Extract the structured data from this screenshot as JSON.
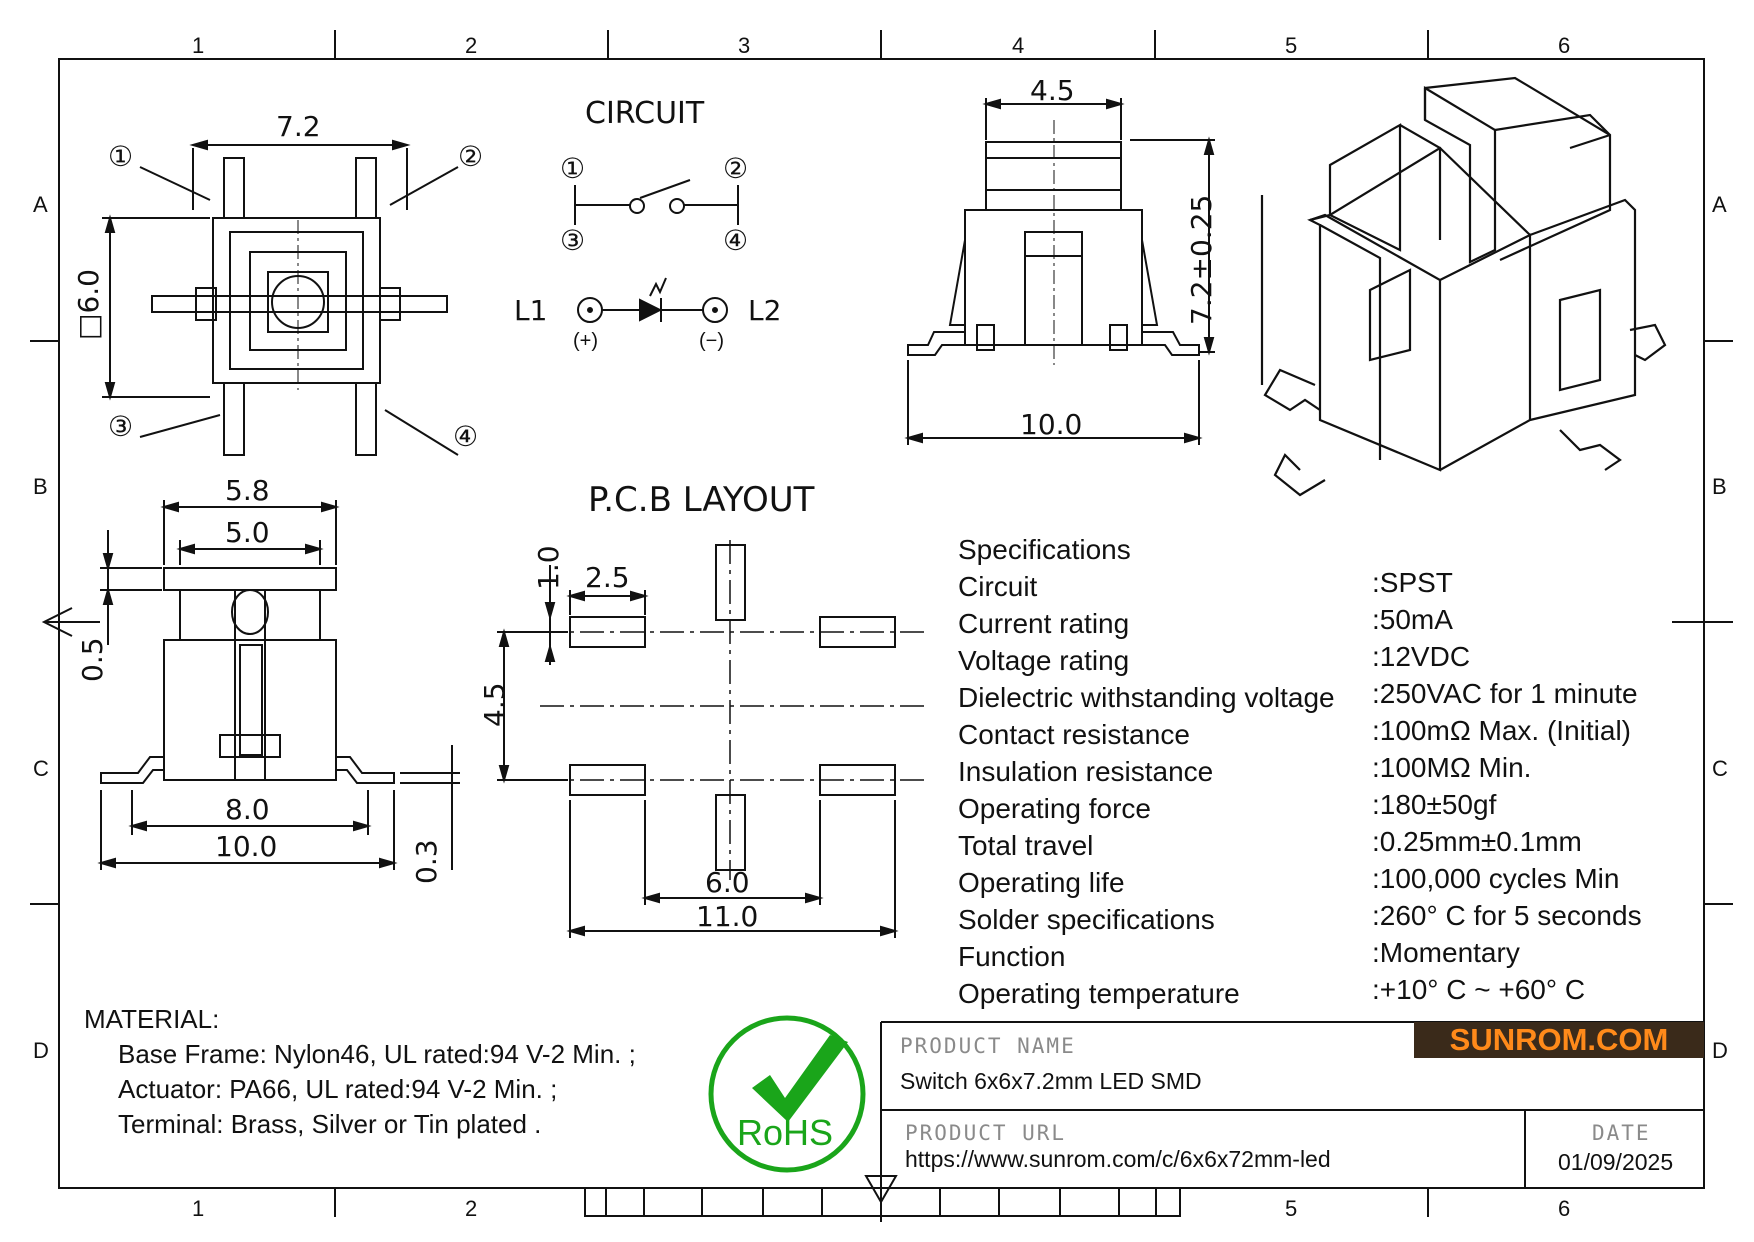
{
  "grid": {
    "cols_top": [
      "1",
      "2",
      "3",
      "4",
      "5",
      "6"
    ],
    "cols_bottom": [
      "1",
      "2",
      "5",
      "6"
    ],
    "rows": [
      "A",
      "B",
      "C",
      "D"
    ]
  },
  "circuit": {
    "title": "CIRCUIT",
    "pins": [
      "①",
      "②",
      "③",
      "④"
    ],
    "l1": "L1",
    "l2": "L2",
    "plus": "(+)",
    "minus": "(−)"
  },
  "top_view": {
    "width": "7.2",
    "side": "□6.0",
    "pins": [
      "①",
      "②",
      "③",
      "④"
    ]
  },
  "side_view": {
    "width": "4.5",
    "height": "7.2±0.25",
    "base": "10.0"
  },
  "front_view": {
    "d58": "5.8",
    "d50": "5.0",
    "d05": "0.5",
    "d80": "8.0",
    "d100": "10.0",
    "d03": "0.3"
  },
  "pcb": {
    "title": "P.C.B  LAYOUT",
    "d10": "1.0",
    "d25": "2.5",
    "d45": "4.5",
    "d60": "6.0",
    "d110": "11.0"
  },
  "specs": {
    "heading": "Specifications",
    "rows": [
      {
        "name": "Circuit",
        "value": ":SPST"
      },
      {
        "name": "Current rating",
        "value": ":50mA"
      },
      {
        "name": "Voltage rating",
        "value": ":12VDC"
      },
      {
        "name": "Dielectric withstanding voltage",
        "value": ":250VAC for 1 minute"
      },
      {
        "name": "Contact resistance",
        "value": ":100mΩ  Max. (Initial)"
      },
      {
        "name": "Insulation resistance",
        "value": ":100MΩ  Min."
      },
      {
        "name": "Operating force",
        "value": ":180±50gf"
      },
      {
        "name": "Total travel",
        "value": ":0.25mm±0.1mm"
      },
      {
        "name": "Operating life",
        "value": ":100,000 cycles Min"
      },
      {
        "name": "Solder specifications",
        "value": ":260° C for 5 seconds"
      },
      {
        "name": "Function",
        "value": ":Momentary"
      },
      {
        "name": "Operating temperature",
        "value": ":+10° C ~ +60° C"
      }
    ]
  },
  "material": {
    "heading": "MATERIAL:",
    "lines": [
      "Base Frame: Nylon46, UL rated:94 V-2 Min. ;",
      "Actuator: PA66, UL rated:94 V-2 Min. ;",
      "Terminal: Brass, Silver or Tin plated ."
    ]
  },
  "rohs": "RoHS",
  "title_block": {
    "product_name_label": "PRODUCT NAME",
    "product_name": "Switch 6x6x7.2mm LED SMD",
    "product_url_label": "PRODUCT URL",
    "product_url": "https://www.sunrom.com/c/6x6x72mm-led",
    "date_label": "DATE",
    "date": "01/09/2025",
    "logo": "SUNROM.COM"
  },
  "colors": {
    "rohs_green": "#1aa51a",
    "logo_bg": "#3a2a1a",
    "logo_text": "#ff8a1a"
  }
}
